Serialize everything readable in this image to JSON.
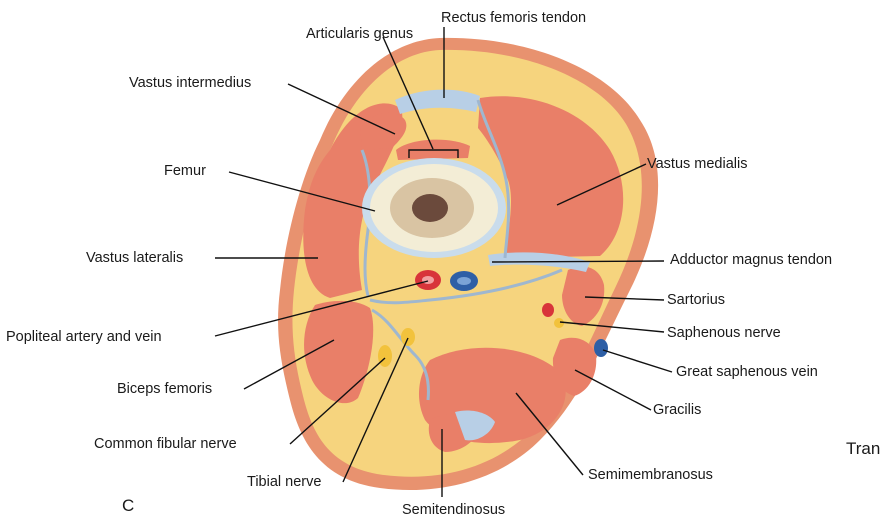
{
  "figure": {
    "panel_letter": "C",
    "cut_off_text": "Tran",
    "colors": {
      "skin": "#e8926f",
      "fat": "#f6d47e",
      "muscle": "#e97f68",
      "fascia": "#a9c3db",
      "tendon": "#b8cfe6",
      "bone_cortex": "#f3edd6",
      "marrow": "#6b4a3c",
      "artery": "#d8343a",
      "vein": "#2e5fa6",
      "nerve": "#f2c23c"
    }
  },
  "labels": {
    "articularis_genus": "Articularis genus",
    "rectus_femoris_tendon": "Rectus femoris tendon",
    "vastus_intermedius": "Vastus intermedius",
    "femur": "Femur",
    "vastus_medialis": "Vastus medialis",
    "vastus_lateralis": "Vastus lateralis",
    "adductor_magnus_tendon": "Adductor magnus tendon",
    "sartorius": "Sartorius",
    "popliteal_artery_vein": "Popliteal artery and vein",
    "saphenous_nerve": "Saphenous nerve",
    "biceps_femoris": "Biceps femoris",
    "great_saphenous_vein": "Great saphenous vein",
    "gracilis": "Gracilis",
    "common_fibular_nerve": "Common fibular nerve",
    "tibial_nerve": "Tibial nerve",
    "semimembranosus": "Semimembranosus",
    "semitendinosus": "Semitendinosus"
  }
}
